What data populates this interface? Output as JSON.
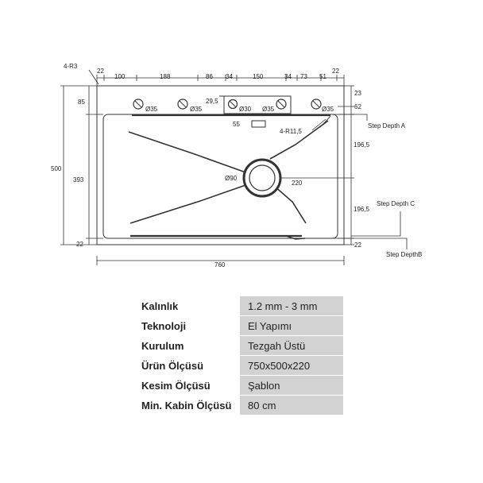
{
  "drawing": {
    "top_dims": [
      "22",
      "100",
      "188",
      "86",
      "34",
      "150",
      "34",
      "73",
      "51",
      "22"
    ],
    "corner_label": "4-R3",
    "left_dims": {
      "total": "500",
      "inner": "393",
      "top": "85",
      "bottom": "22"
    },
    "right_dims": {
      "top1": "23",
      "top2": "62",
      "mid1": "196,5",
      "mid2": "196,5",
      "bottom": "22"
    },
    "bottom_dim": "760",
    "labels": {
      "hole1": "Ø35",
      "hole2": "Ø35",
      "hole3": "Ø30",
      "hole4": "Ø35",
      "hole5": "Ø35",
      "gap": "29,5",
      "slot": "55",
      "corner_radius": "4-R11,5",
      "drain": "Ø90",
      "drain_offset": "220",
      "step_a": "Step Depth A",
      "step_b": "Step DepthB",
      "step_c": "Step Depth C"
    }
  },
  "specs": [
    {
      "label": "Kalınlık",
      "value": "1.2 mm - 3 mm"
    },
    {
      "label": "Teknoloji",
      "value": "El Yapımı"
    },
    {
      "label": "Kurulum",
      "value": "Tezgah Üstü"
    },
    {
      "label": "Ürün Ölçüsü",
      "value": "750x500x220"
    },
    {
      "label": "Kesim Ölçüsü",
      "value": "Şablon"
    },
    {
      "label": "Min. Kabin Ölçüsü",
      "value": "80 cm"
    }
  ]
}
